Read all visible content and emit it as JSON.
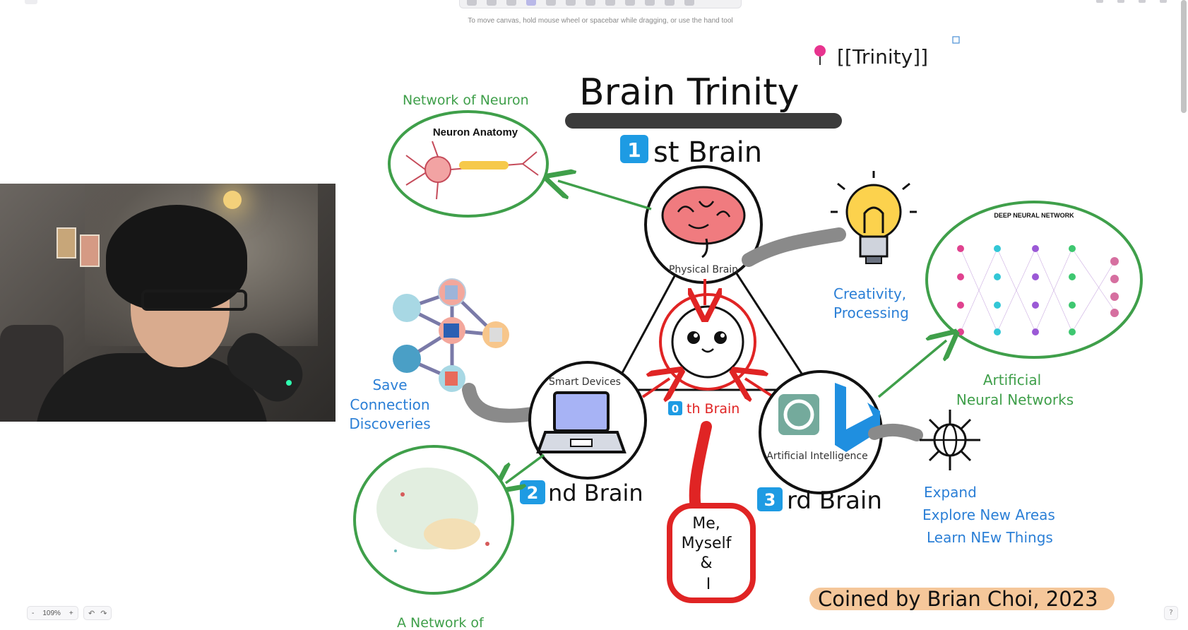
{
  "canvas": {
    "hint": "To move canvas, hold mouse wheel or spacebar while dragging, or use the hand tool",
    "link_label": "[[Trinity]]",
    "title": "Brain Trinity",
    "first_brain": {
      "number": "1",
      "suffix": "st Brain",
      "caption": "Physical Brain"
    },
    "second_brain": {
      "number": "2",
      "suffix": "nd Brain",
      "caption": "Smart Devices"
    },
    "third_brain": {
      "number": "3",
      "suffix": "rd Brain",
      "caption": "Artificial Intelligence"
    },
    "zeroth_brain": {
      "number": "0",
      "suffix": "th Brain"
    },
    "neuron": {
      "label": "Network of Neuron",
      "image_title": "Neuron Anatomy"
    },
    "creativity": [
      "Creativity,",
      "Processing"
    ],
    "save": [
      "Save",
      "Connection",
      "Discoveries"
    ],
    "ann": {
      "label": [
        "Artificial",
        "Neural Networks"
      ],
      "image_title": "DEEP NEURAL NETWORK"
    },
    "expand": [
      "Expand",
      "Explore New Areas",
      "Learn NEw Things"
    ],
    "me": [
      "Me,",
      "Myself",
      "&",
      "I"
    ],
    "graph_label": "A Network of",
    "credit": "Coined by Brian Choi, 2023"
  },
  "controls": {
    "zoom_out": "-",
    "zoom_level": "109%",
    "zoom_in": "+",
    "undo": "↶",
    "redo": "↷"
  },
  "colors": {
    "green": "#3f9f4a",
    "red": "#e02424",
    "blue": "#2b7fd6",
    "number_badge": "#1e9be3",
    "credit_highlight": "#f5c79a",
    "title_underline": "#3b3b3b"
  }
}
